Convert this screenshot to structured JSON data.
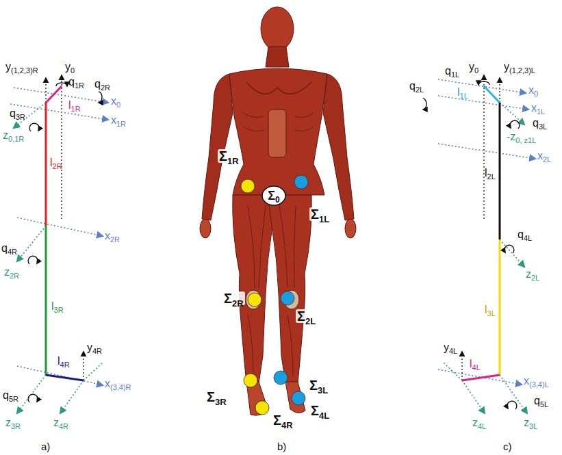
{
  "diagram": {
    "nodes": [
      {
        "text": [
          "Σ0"
        ]
      }
    ],
    "labels": [
      "y(1,2,3)R",
      "y0",
      "q1R",
      "q2R",
      "x0",
      "l1R",
      "x1R",
      "q3R",
      "z0,1R",
      "l2R",
      "x2R",
      "q4R",
      "z2R",
      "l3R",
      "y4R",
      "l4R",
      "x(3,4)R",
      "q5R",
      "z3R",
      "z4R",
      "a)",
      "Σ1R",
      "Σ1L",
      "Σ2R",
      "Σ2L",
      "Σ3L",
      "Σ3R",
      "Σ4R",
      "Σ4L",
      "b)",
      "y0",
      "q1L",
      "y(1,2,3)L",
      "q2L",
      "x0",
      "x1L",
      "l1L",
      "q3L",
      "-z0, z1L",
      "l2L",
      "x2L",
      "q4L",
      "z2L",
      "l3L",
      "y4L",
      "l4L",
      "x(3,4)L",
      "q5L",
      "z4L",
      "z3L",
      "c)"
    ]
  }
}
